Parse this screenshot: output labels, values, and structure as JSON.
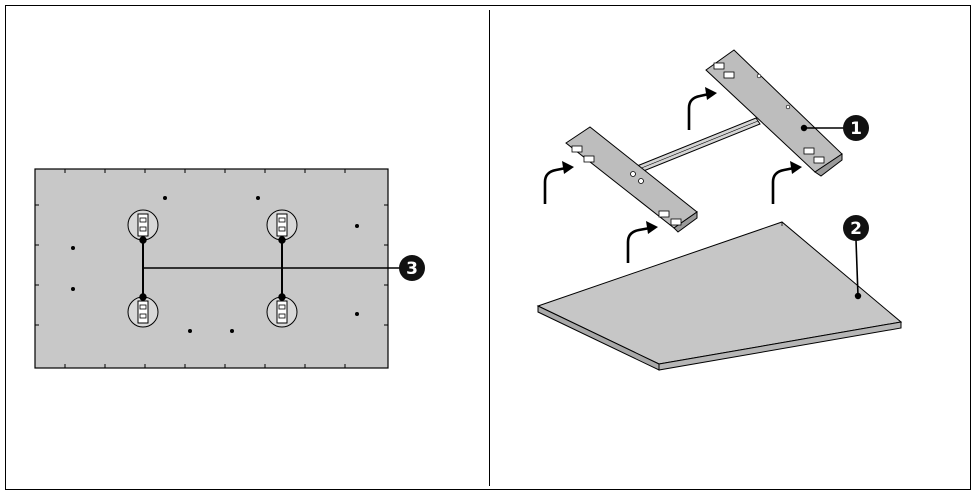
{
  "colors": {
    "line": "#000000",
    "panel_fill": "#c8c8c8",
    "bracket_fill": "#bdbdbd",
    "callout_fill": "#111111"
  },
  "callouts": {
    "left": {
      "three": "3"
    },
    "right": {
      "one": "1",
      "two": "2"
    }
  },
  "icons": {
    "arrows": "curved-up-arrow",
    "mount_points": "bracket-mount-point-icon"
  }
}
